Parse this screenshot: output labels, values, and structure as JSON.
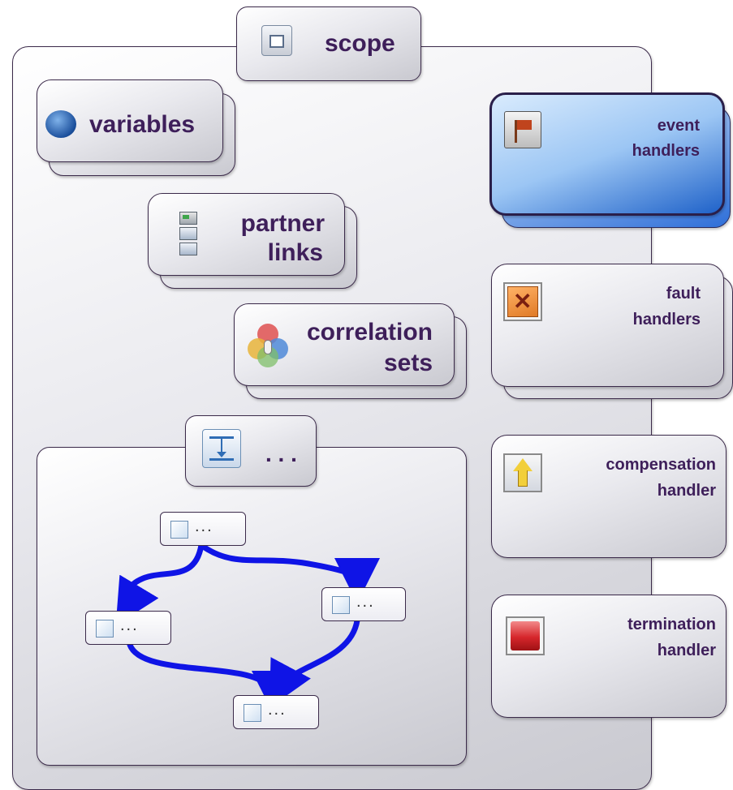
{
  "scope": {
    "title": "scope",
    "icon": "scope-icon"
  },
  "variables": {
    "label": "variables",
    "icon": "variables-icon"
  },
  "partner_links": {
    "line1": "partner",
    "line2": "links",
    "icon": "partner-links-icon"
  },
  "correlation_sets": {
    "line1": "correlation",
    "line2": "sets",
    "icon": "correlation-sets-icon"
  },
  "flow": {
    "title": ". . .",
    "icon": "flow-icon"
  },
  "activities": [
    {
      "label": "..."
    },
    {
      "label": "..."
    },
    {
      "label": "..."
    },
    {
      "label": "..."
    }
  ],
  "handlers": {
    "event": {
      "line1": "event",
      "line2": "handlers",
      "icon": "flag-icon",
      "color": "#1f62c9"
    },
    "fault": {
      "line1": "fault",
      "line2": "handlers",
      "icon": "fault-icon",
      "color": "#e07a26"
    },
    "compensation": {
      "line1": "compensation",
      "line2": "handler",
      "icon": "up-arrow-icon",
      "color": "#f2cf3a"
    },
    "termination": {
      "line1": "termination",
      "line2": "handler",
      "icon": "stop-icon",
      "color": "#d6262b"
    }
  },
  "colors": {
    "text": "#3e1f5a",
    "border": "#3b2a4a",
    "arrow": "#0f14e6"
  }
}
